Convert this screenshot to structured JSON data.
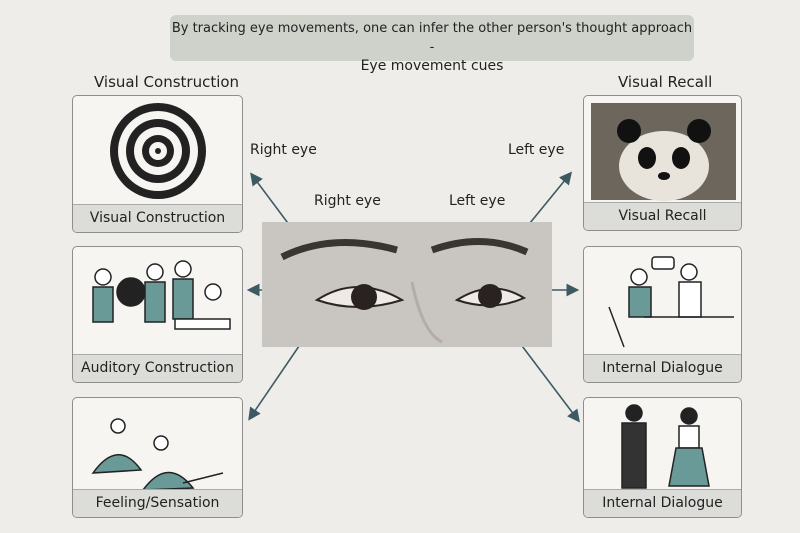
{
  "banner": {
    "line1": "By tracking eye movements, one can infer the other person's thought approach -",
    "line2": "Eye movement cues"
  },
  "headers": {
    "left": "Visual Construction",
    "right": "Visual Recall"
  },
  "eye_labels": {
    "outer_right": "Right eye",
    "inner_right": "Right eye",
    "inner_left": "Left eye",
    "outer_left": "Left eye"
  },
  "panels": {
    "top_left": "Visual Construction",
    "mid_left": "Auditory Construction",
    "bottom_left": "Feeling/Sensation",
    "top_right": "Visual Recall",
    "mid_right": "Internal Dialogue",
    "bottom_right": "Internal Dialogue"
  },
  "colors": {
    "arrow": "#3d5a63",
    "teal": "#6a9a98"
  }
}
